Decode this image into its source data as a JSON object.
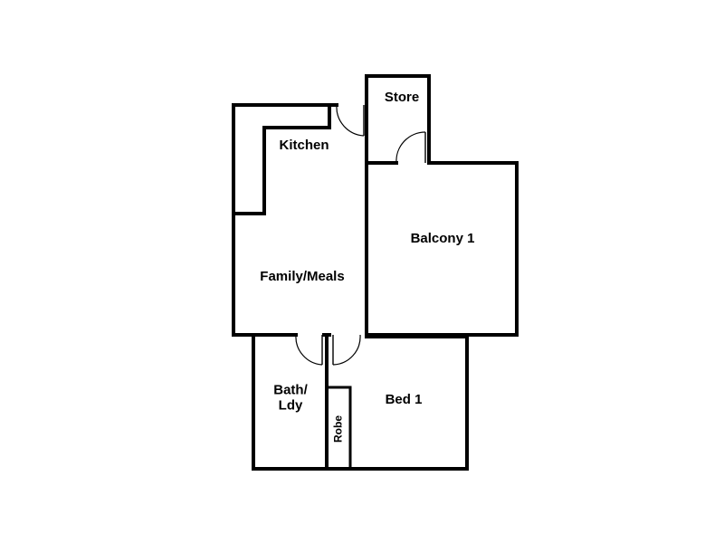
{
  "rooms": {
    "store": "Store",
    "kitchen": "Kitchen",
    "balcony": "Balcony 1",
    "family_meals": "Family/Meals",
    "bath_line1": "Bath/",
    "bath_line2": "Ldy",
    "bed": "Bed 1",
    "robe": "Robe"
  }
}
